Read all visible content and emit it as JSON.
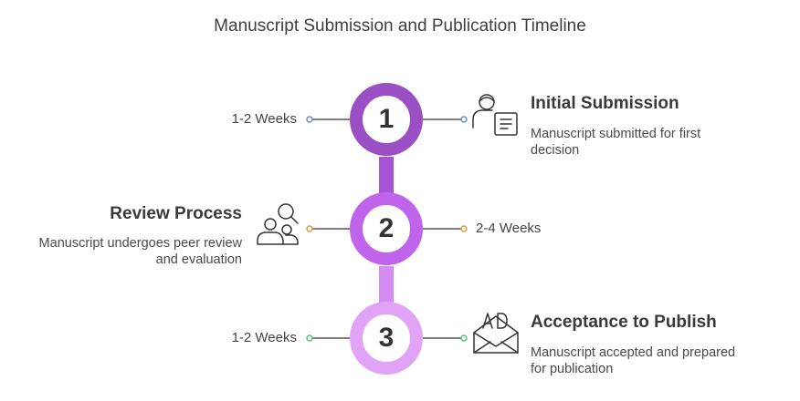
{
  "title": "Manuscript Submission and Publication Timeline",
  "steps": [
    {
      "number": "1",
      "title": "Initial Submission",
      "description": "Manuscript submitted for first decision",
      "duration": "1-2 Weeks",
      "icon": "person-document-icon",
      "color": "#9a4fc4",
      "dot_color": "#6b8fd6"
    },
    {
      "number": "2",
      "title": "Review Process",
      "description": "Manuscript undergoes peer review and evaluation",
      "duration": "2-4 Weeks",
      "icon": "people-search-icon",
      "color": "#c064ec",
      "dot_color": "#e89a4a"
    },
    {
      "number": "3",
      "title": "Acceptance to Publish",
      "description": "Manuscript accepted and prepared for publication",
      "duration": "1-2 Weeks",
      "icon": "ad-envelope-icon",
      "color": "#e0a3f5",
      "dot_color": "#4cc77a"
    }
  ]
}
